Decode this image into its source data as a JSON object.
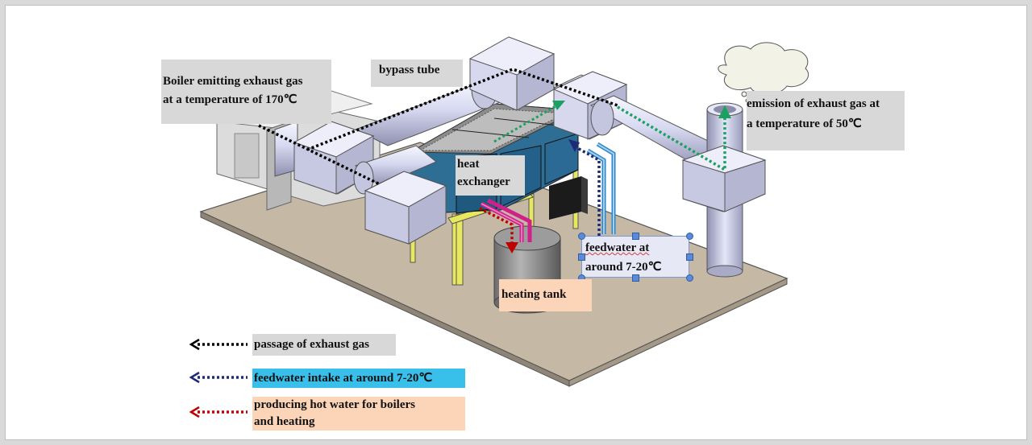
{
  "labels": {
    "boiler_line1": "Boiler emitting exhaust gas",
    "boiler_line2": "at a temperature of 170℃",
    "bypass": "bypass tube",
    "heat_exchanger_line1": "heat",
    "heat_exchanger_line2": "exchanger",
    "emission_line1": "emission of exhaust gas at",
    "emission_line2": "a temperature of 50℃",
    "feedwater_line1": "feedwater at",
    "feedwater_line2": "around 7-20℃",
    "heating_tank": "heating tank"
  },
  "legend": [
    {
      "label": "passage of exhaust gas",
      "color": "#000000"
    },
    {
      "label": "feedwater intake at around 7-20℃",
      "color": "#1c2a78"
    },
    {
      "label_line1": "producing hot water for boilers",
      "label_line2": "and heating",
      "color": "#c00000"
    }
  ],
  "colors": {
    "exhaust_arrow": "#000000",
    "feedwater_arrow": "#1c2a78",
    "hotwater_arrow": "#c00000",
    "emission_arrow": "#1aa060"
  }
}
